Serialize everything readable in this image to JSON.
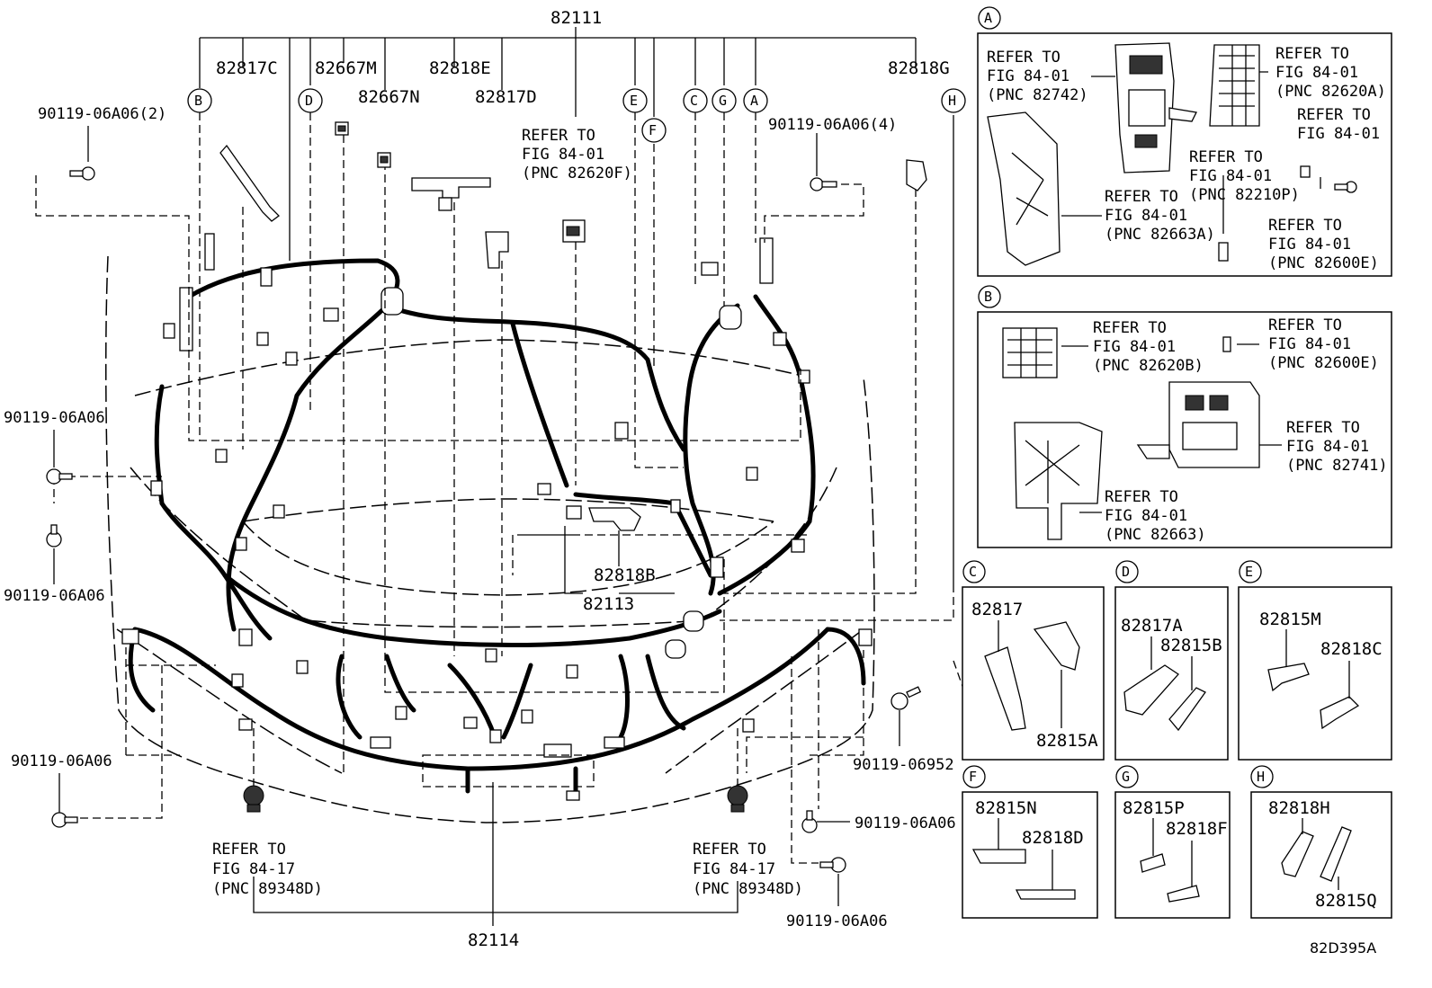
{
  "diagram_code": "82D395A",
  "labels": {
    "main_harness": "82111",
    "l_82817C": "82817C",
    "l_82667M": "82667M",
    "l_82667N": "82667N",
    "l_82818E": "82818E",
    "l_82817D": "82817D",
    "l_82818G": "82818G",
    "l_82818B": "82818B",
    "l_82113": "82113",
    "l_82114": "82114",
    "clip_2": "90119-06A06(2)",
    "clip_4": "90119-06A06(4)",
    "clip_a": "90119-06A06",
    "clip_b": "90119-06A06",
    "clip_c": "90119-06A06",
    "clip_d": "90119-06A06",
    "clip_e": "90119-06A06",
    "bolt_06952": "90119-06952"
  },
  "refer_main": [
    {
      "line1": "REFER TO",
      "line2": "FIG 84-01",
      "line3": "(PNC 82620F)"
    },
    {
      "line1": "REFER TO",
      "line2": "FIG 84-17",
      "line3": "(PNC 89348D)"
    },
    {
      "line1": "REFER TO",
      "line2": "FIG 84-17",
      "line3": "(PNC 89348D)"
    }
  ],
  "callouts": {
    "A": "A",
    "B": "B",
    "C": "C",
    "D": "D",
    "E": "E",
    "F": "F",
    "G": "G",
    "H": "H"
  },
  "panel_A": [
    {
      "line1": "REFER TO",
      "line2": "FIG 84-01",
      "line3": "(PNC 82742)"
    },
    {
      "line1": "REFER TO",
      "line2": "FIG 84-01",
      "line3": "(PNC 82620A)"
    },
    {
      "line1": "REFER TO",
      "line2": "FIG 84-01",
      "line3": ""
    },
    {
      "line1": "REFER TO",
      "line2": "FIG 84-01",
      "line3": "(PNC 82210P)"
    },
    {
      "line1": "REFER TO",
      "line2": "FIG 84-01",
      "line3": "(PNC 82663A)"
    },
    {
      "line1": "REFER TO",
      "line2": "FIG 84-01",
      "line3": "(PNC 82600E)"
    }
  ],
  "panel_B": [
    {
      "line1": "REFER TO",
      "line2": "FIG 84-01",
      "line3": "(PNC 82620B)"
    },
    {
      "line1": "REFER TO",
      "line2": "FIG 84-01",
      "line3": "(PNC 82600E)"
    },
    {
      "line1": "REFER TO",
      "line2": "FIG 84-01",
      "line3": "(PNC 82741)"
    },
    {
      "line1": "REFER TO",
      "line2": "FIG 84-01",
      "line3": "(PNC 82663)"
    }
  ],
  "panel_C": {
    "p1": "82817",
    "p2": "82815A"
  },
  "panel_D": {
    "p1": "82817A",
    "p2": "82815B"
  },
  "panel_E": {
    "p1": "82815M",
    "p2": "82818C"
  },
  "panel_F": {
    "p1": "82815N",
    "p2": "82818D"
  },
  "panel_G": {
    "p1": "82815P",
    "p2": "82818F"
  },
  "panel_H": {
    "p1": "82818H",
    "p2": "82815Q"
  }
}
